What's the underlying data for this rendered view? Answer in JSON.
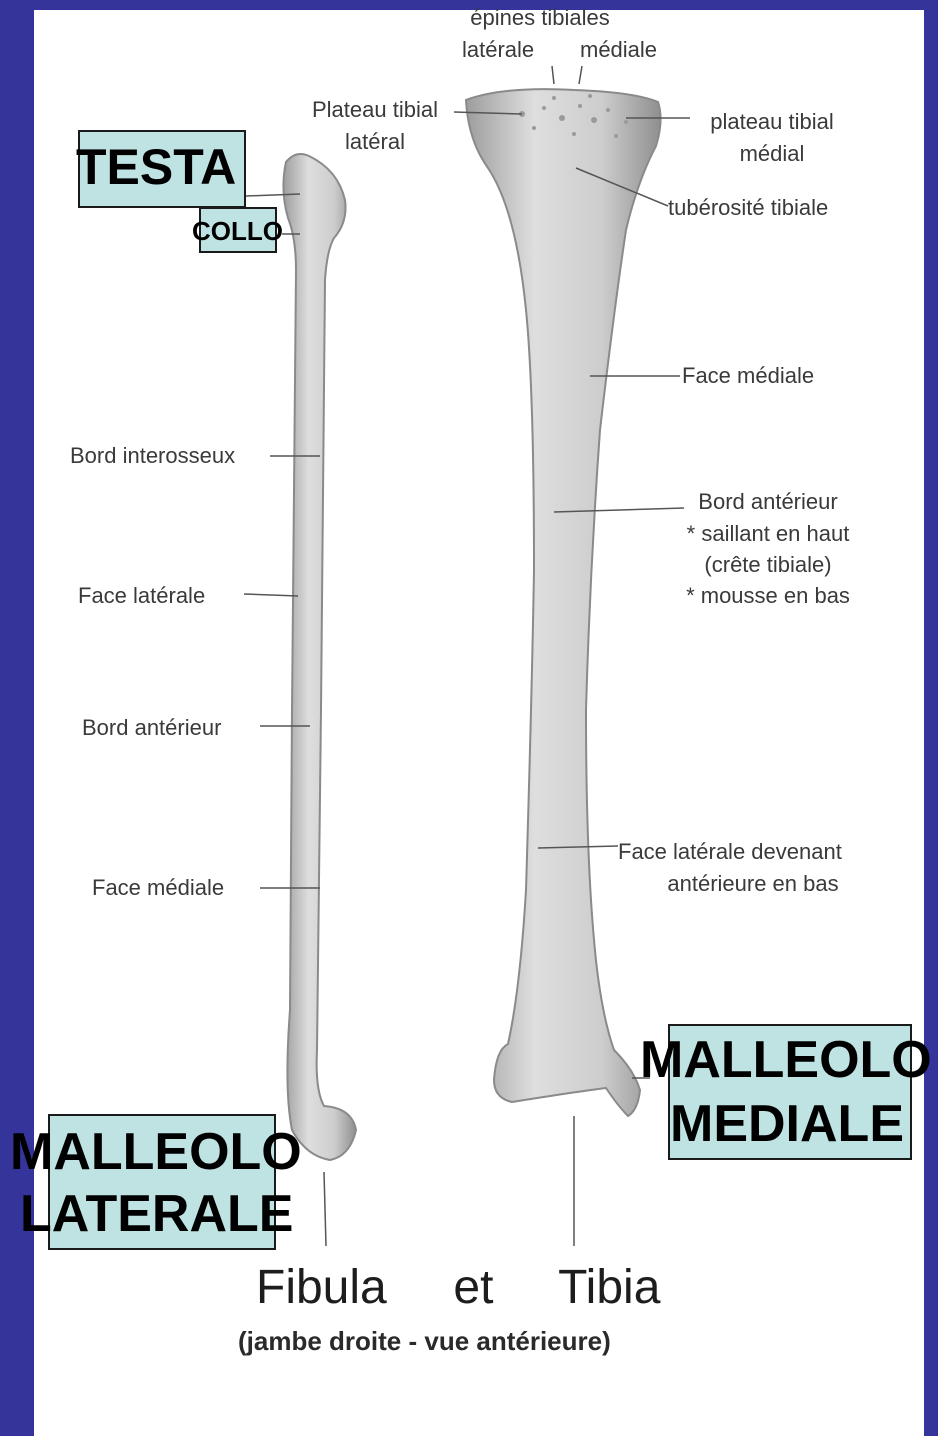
{
  "labels": {
    "epines_tibiales": "épines tibiales",
    "laterale": "latérale",
    "mediale": "médiale",
    "plateau_lateral_1": "Plateau tibial",
    "plateau_lateral_2": "latéral",
    "plateau_medial_1": "plateau tibial",
    "plateau_medial_2": "médial",
    "tuberosite": "tubérosité tibiale",
    "face_mediale_tibia": "Face médiale",
    "bord_anterieur_tibia_1": "Bord antérieur",
    "bord_anterieur_tibia_2": "* saillant en haut",
    "bord_anterieur_tibia_3": "(crête tibiale)",
    "bord_anterieur_tibia_4": "* mousse en bas",
    "face_laterale_tibia_1": "Face latérale devenant",
    "face_laterale_tibia_2": "antérieure en bas",
    "bord_interosseux": "Bord interosseux",
    "face_laterale_fibula": "Face latérale",
    "bord_anterieur_fibula": "Bord antérieur",
    "face_mediale_fibula": "Face médiale"
  },
  "overlays": {
    "testa": "TESTA",
    "collo": "COLLO",
    "malleolo_mediale_1": "MALLEOLO",
    "malleolo_mediale_2": "MEDIALE",
    "malleolo_laterale_1": "MALLEOLO",
    "malleolo_laterale_2": "LATERALE"
  },
  "title": {
    "fibula": "Fibula",
    "et": "et",
    "tibia": "Tibia",
    "subtitle": "(jambe droite - vue antérieure)"
  },
  "colors": {
    "background": "#35349a",
    "canvas": "#ffffff",
    "overlay_box": "#bfe3e3",
    "bone_fill": "#cfcfcf",
    "bone_edge": "#8a8a8a"
  }
}
